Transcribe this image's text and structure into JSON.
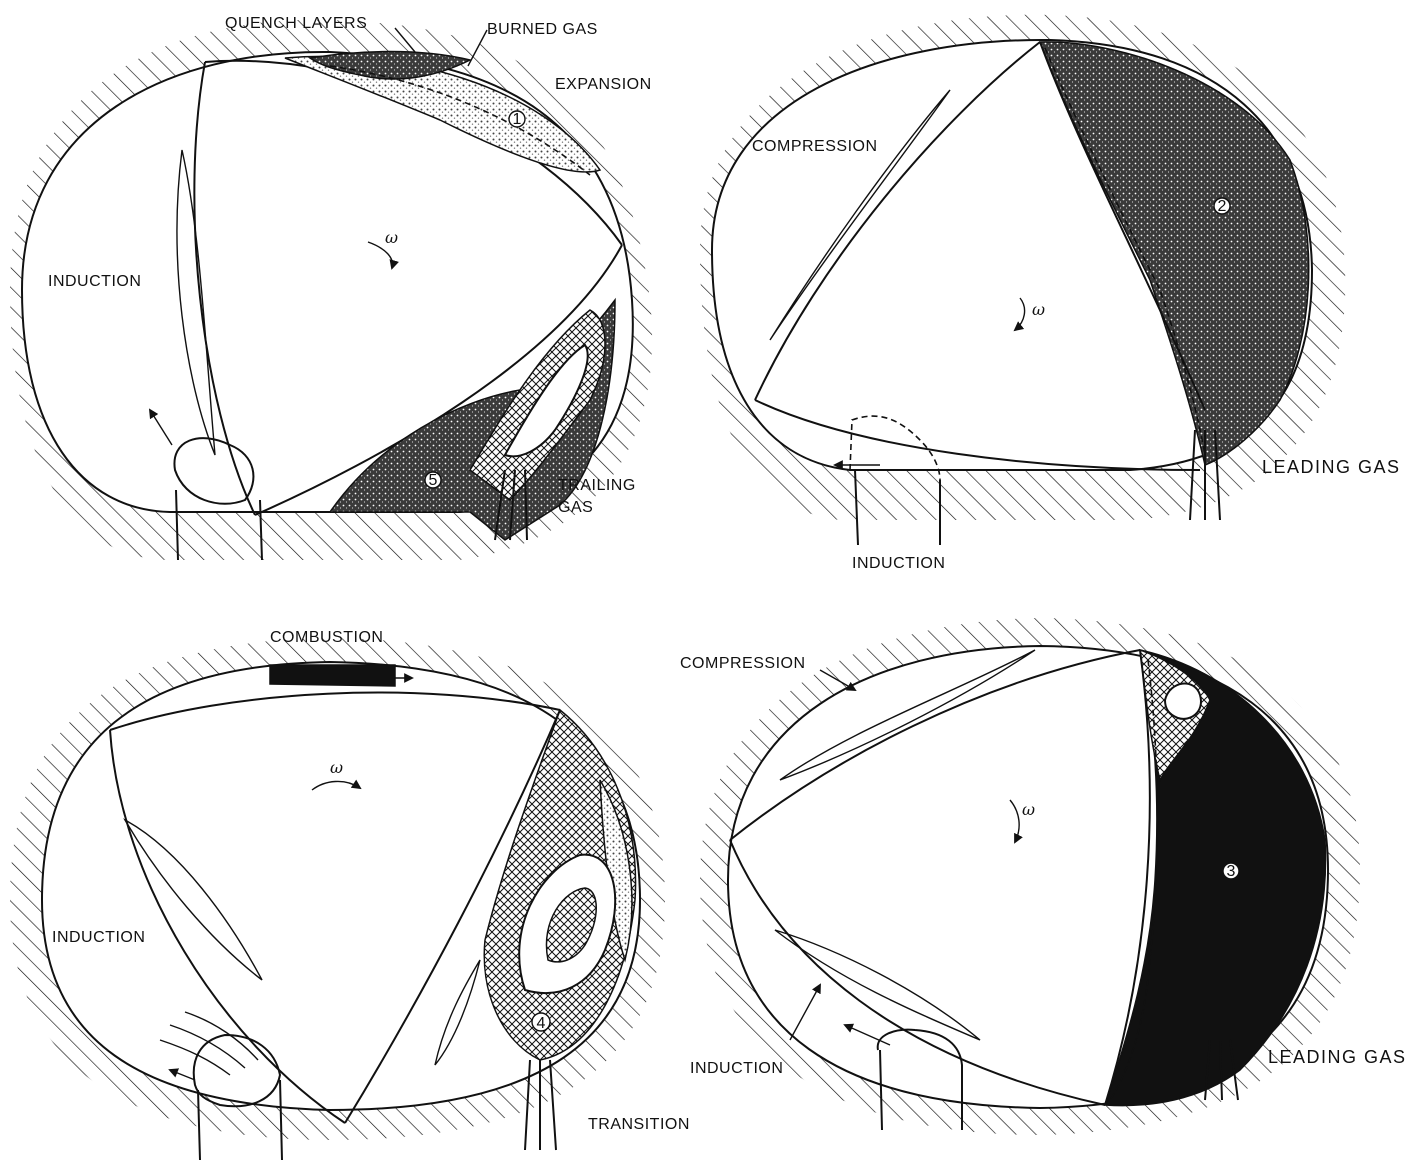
{
  "figure": {
    "panels": [
      {
        "id": "top-left",
        "rotation_symbol": "ω",
        "labels": {
          "quench_layers": "QUENCH LAYERS",
          "burned_gas": "BURNED GAS",
          "expansion": "EXPANSION",
          "induction": "INDUCTION",
          "trailing_gas": [
            "TRAILING",
            "GAS"
          ]
        },
        "chamber_markers": [
          "1",
          "5"
        ]
      },
      {
        "id": "top-right",
        "rotation_symbol": "ω",
        "labels": {
          "compression": "COMPRESSION",
          "leading_gas": "LEADING GAS",
          "induction": "INDUCTION"
        },
        "chamber_markers": [
          "2"
        ]
      },
      {
        "id": "bottom-left",
        "rotation_symbol": "ω",
        "labels": {
          "combustion": "COMBUSTION",
          "induction": "INDUCTION",
          "transition": "TRANSITION"
        },
        "chamber_markers": [
          "4"
        ]
      },
      {
        "id": "bottom-right",
        "rotation_symbol": "ω",
        "labels": {
          "compression": "COMPRESSION",
          "induction": "INDUCTION",
          "leading_gas": "LEADING GAS"
        },
        "chamber_markers": [
          "3"
        ]
      }
    ],
    "colors": {
      "ink": "#111111",
      "paper": "#ffffff"
    }
  }
}
